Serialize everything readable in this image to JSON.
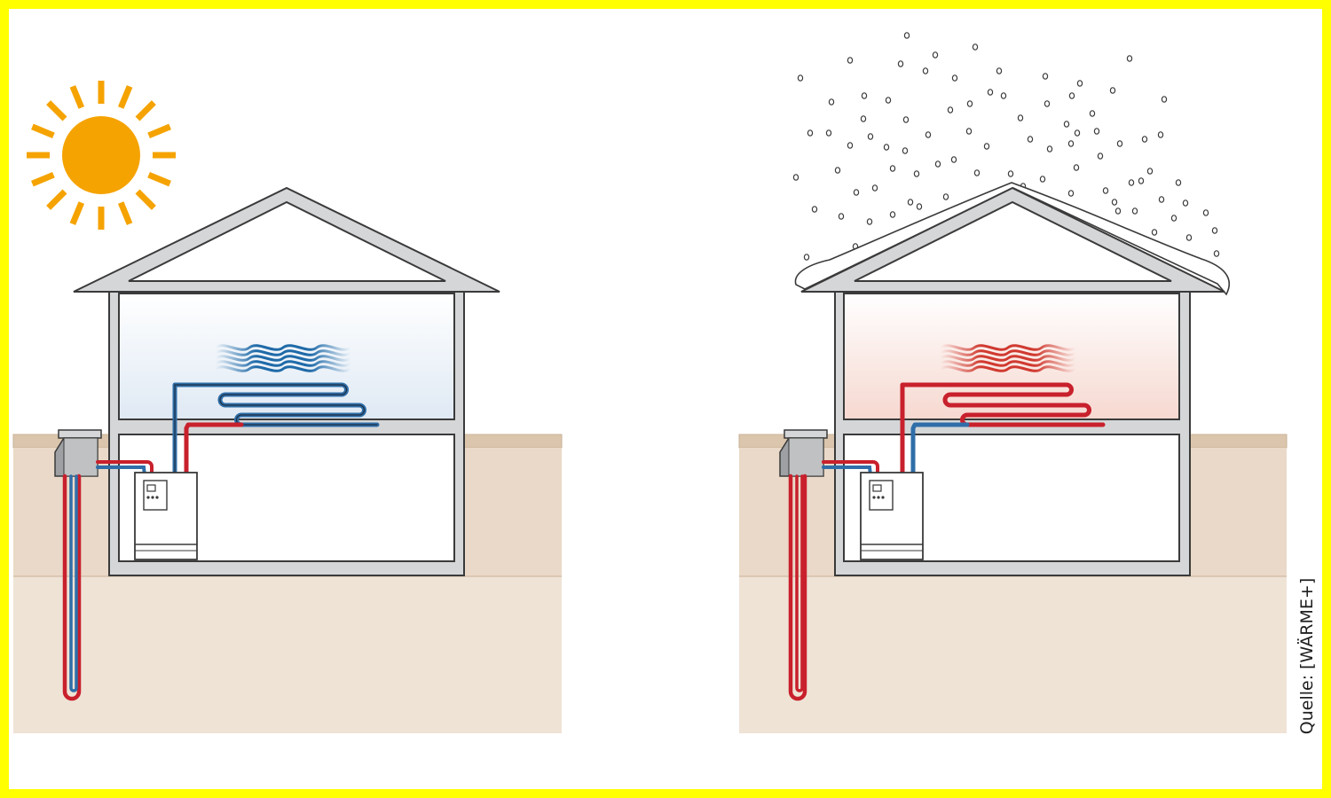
{
  "diagram": {
    "source_label": "Quelle: [WÄRME+]",
    "scenes": [
      {
        "name": "summer",
        "weather": "sun-icon",
        "airflow": "cooling"
      },
      {
        "name": "winter",
        "weather": "snow-icon",
        "airflow": "heating"
      }
    ]
  },
  "colors": {
    "frame": "#ffff00",
    "sun": "#f5a300",
    "ground_top": "#dbc6ad",
    "ground_upper": "#ead9c8",
    "ground_lower": "#efe3d6",
    "house_wall": "#d5d6d8",
    "house_outline": "#3a3a3a",
    "pipe_warm": "#c8202c",
    "pipe_cold": "#2f6ea8",
    "cooling_air": "#1f6aa8",
    "heating_air": "#d03a30",
    "cooling_glow": "#dfe9f4",
    "heating_glow": "#f6d8d0"
  }
}
